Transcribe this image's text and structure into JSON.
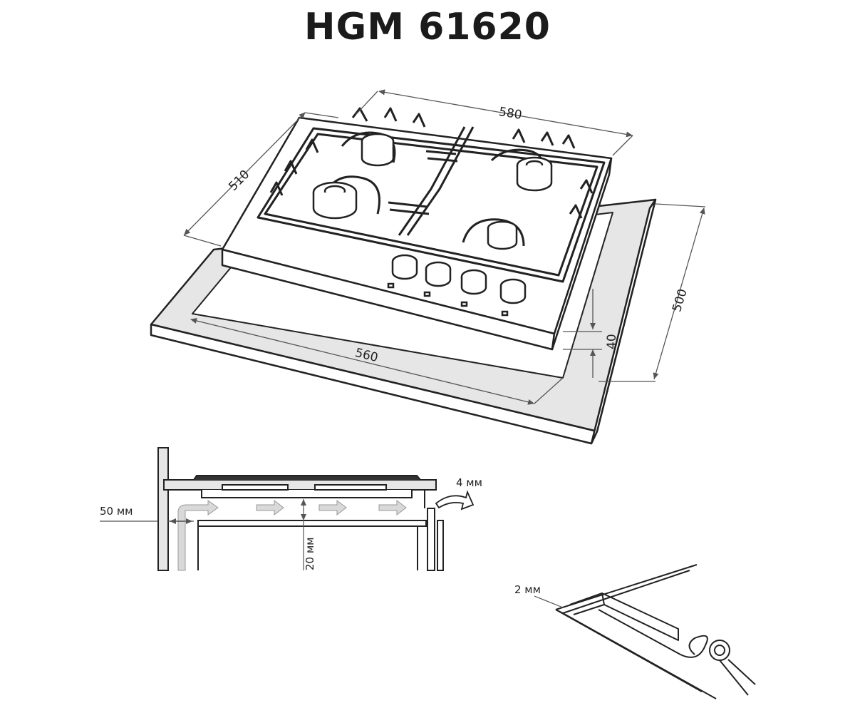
{
  "title": "HGM 61620",
  "dimensions": {
    "width_top": "580",
    "depth_top": "510",
    "cutout_width": "560",
    "cutout_depth": "500",
    "height": "40"
  },
  "installation": {
    "gap_side": "50 мм",
    "gap_vent": "4 мм",
    "gap_bottom": "20 мм",
    "seal": "2 мм"
  },
  "colors": {
    "line": "#222222",
    "panel_fill": "#e6e6e6",
    "arrow_fill": "#d9d9d9",
    "dim_line": "#555555"
  }
}
